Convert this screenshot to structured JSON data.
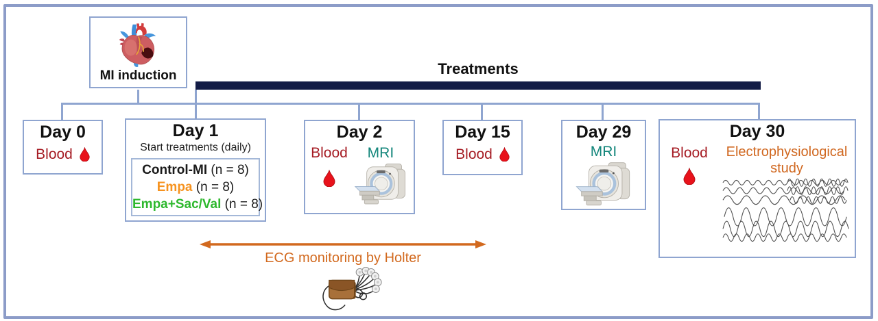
{
  "figure": {
    "mi_box": {
      "label": "MI induction"
    },
    "treatments": {
      "label": "Treatments"
    },
    "days": {
      "day0": {
        "title": "Day 0",
        "blood_label": "Blood"
      },
      "day1": {
        "title": "Day 1",
        "subtitle": "Start treatments (daily)",
        "groups": [
          {
            "name": "Control-MI",
            "suffix": " (n = 8)",
            "color": "#1a1a1a"
          },
          {
            "name": "Empa",
            "suffix": " (n = 8)",
            "color": "#f6921e"
          },
          {
            "name": "Empa+Sac/Val",
            "suffix": " (n = 8)",
            "color": "#2db82d"
          }
        ]
      },
      "day2": {
        "title": "Day 2",
        "blood_label": "Blood",
        "mri_label": "MRI"
      },
      "day15": {
        "title": "Day 15",
        "blood_label": "Blood"
      },
      "day29": {
        "title": "Day 29",
        "mri_label": "MRI"
      },
      "day30": {
        "title": "Day 30",
        "blood_label": "Blood",
        "study_label_line1": "Electrophysiological",
        "study_label_line2": "study"
      }
    },
    "ecg_monitoring": {
      "label": "ECG monitoring by Holter"
    },
    "icons": {
      "heart": "anatomical-heart",
      "blood_drop": "blood-drop",
      "mri_scanner": "mri-scanner",
      "ecg_traces": "ecg-waveform-strip",
      "holter_monitor": "holter-monitor-with-electrodes",
      "double_arrow": "double-headed-arrow"
    },
    "colors": {
      "frame_border": "#8c9cc8",
      "box_border": "#8fa5d0",
      "connector": "#8fa5d0",
      "treatments_bar": "#131c46",
      "title_black": "#111111",
      "blood_red": "#a61c24",
      "drop_red": "#e8121b",
      "mri_teal": "#12857a",
      "empa_orange": "#f6921e",
      "sacval_green": "#2db82d",
      "electro_orange": "#d0671f",
      "arrow_orange": "#d2691e",
      "trace_grey": "#4d4d4d"
    }
  }
}
